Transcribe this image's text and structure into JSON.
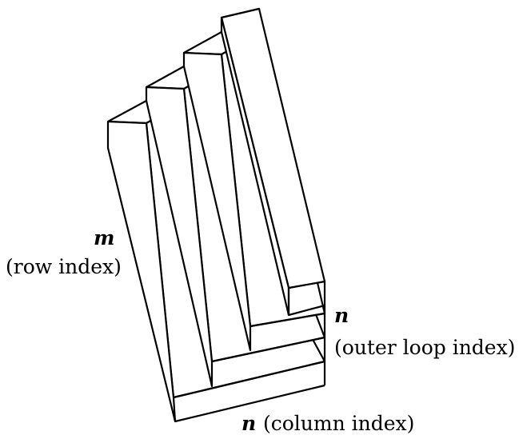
{
  "diagram": {
    "labels": {
      "m_symbol": "m",
      "m_caption": "(row index)",
      "outer_symbol": "n",
      "outer_caption": "(outer loop index)",
      "column_symbol": "n",
      "column_caption": "(column index)"
    },
    "colors": {
      "stroke": "#000000",
      "fill": "#ffffff"
    }
  }
}
